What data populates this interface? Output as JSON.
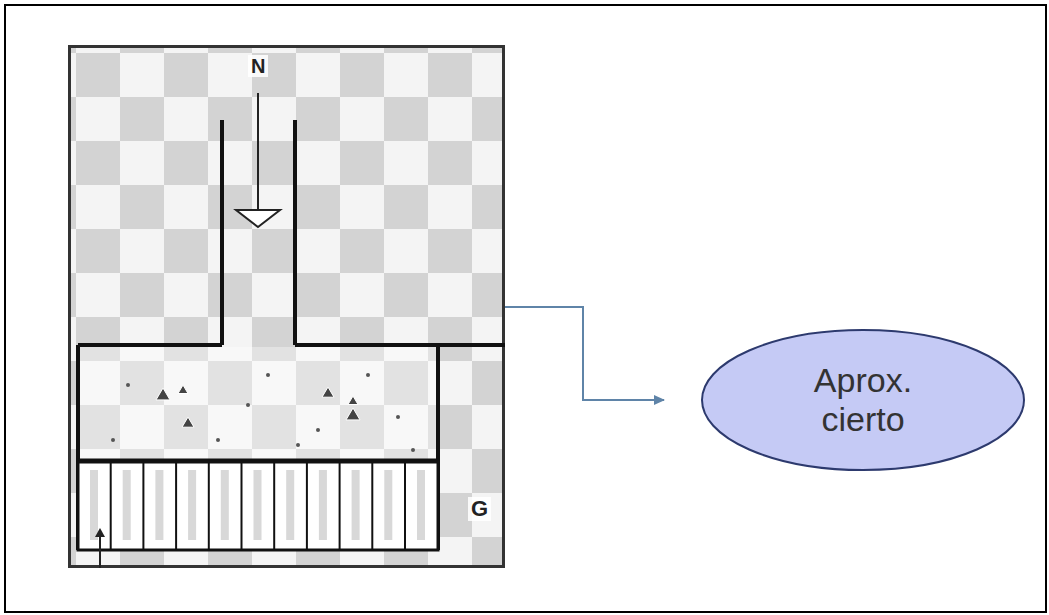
{
  "diagram": {
    "nodes": [
      {
        "text": [
          "N",
          "G"
        ]
      },
      {
        "text": [
          "Aprox. cierto"
        ]
      }
    ],
    "edges": [
      {
        "from": 0,
        "to": 1,
        "arrow": "to"
      }
    ]
  }
}
